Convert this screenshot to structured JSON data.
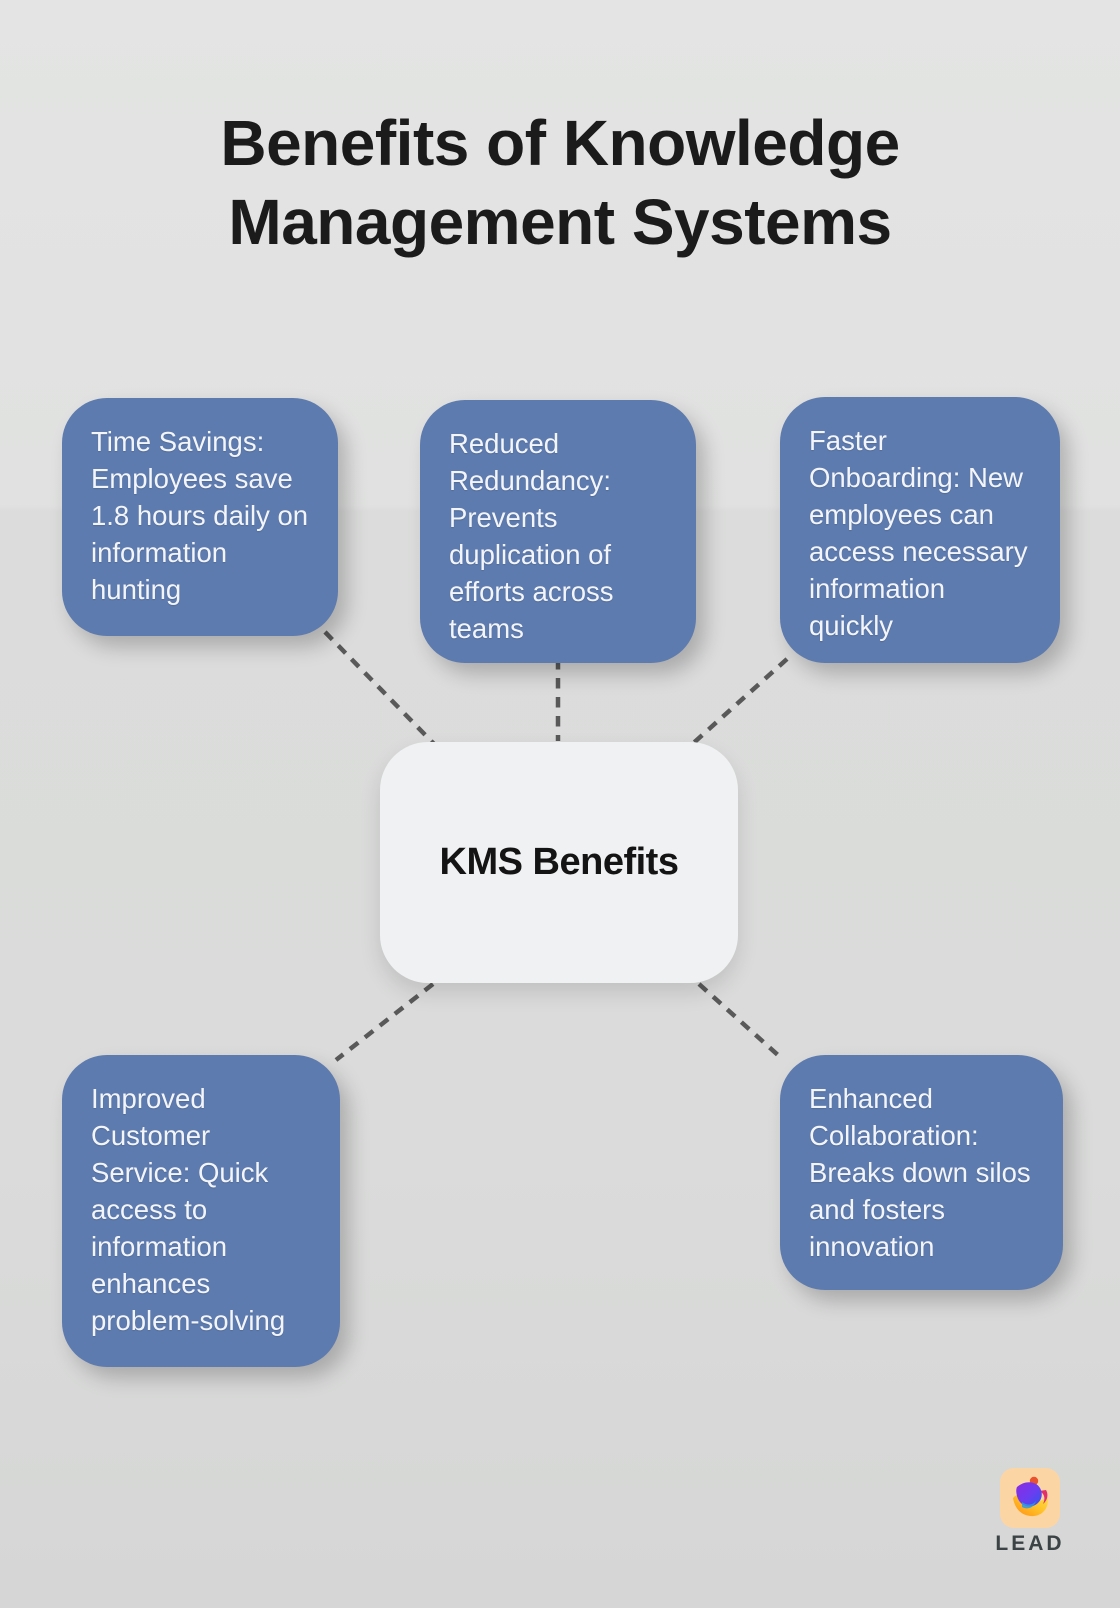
{
  "title": {
    "lines": [
      "Benefits of Knowledge",
      "Management Systems"
    ]
  },
  "diagram": {
    "center_node": {
      "label": "KMS Benefits"
    },
    "benefit_nodes": [
      {
        "position": "top-left",
        "text": "Time Savings: Employees save 1.8 hours daily on information hunting"
      },
      {
        "position": "top-center",
        "text": "Reduced Redundancy: Prevents duplication of efforts across teams"
      },
      {
        "position": "top-right",
        "text": "Faster Onboarding: New employees can access necessary information quickly"
      },
      {
        "position": "bottom-left",
        "text": "Improved Customer Service: Quick access to information enhances problem-solving"
      },
      {
        "position": "bottom-right",
        "text": "Enhanced Collaboration: Breaks down silos and fosters innovation"
      }
    ],
    "connector_style": "dashed"
  },
  "branding": {
    "logo_icon": "lead-ribbon-icon",
    "logo_text": "LEAD"
  },
  "colors": {
    "background": "#dedfde",
    "benefit_box": "#5d7bae",
    "benefit_text": "#f3f5fa",
    "center_box": "#f0f1f2",
    "center_text": "#141414",
    "title_text": "#1b1b1b",
    "connector": "#595959",
    "logo_tile": "#fcd5a5",
    "logo_dot": "#e8542e",
    "logo_text": "#3c4345"
  }
}
